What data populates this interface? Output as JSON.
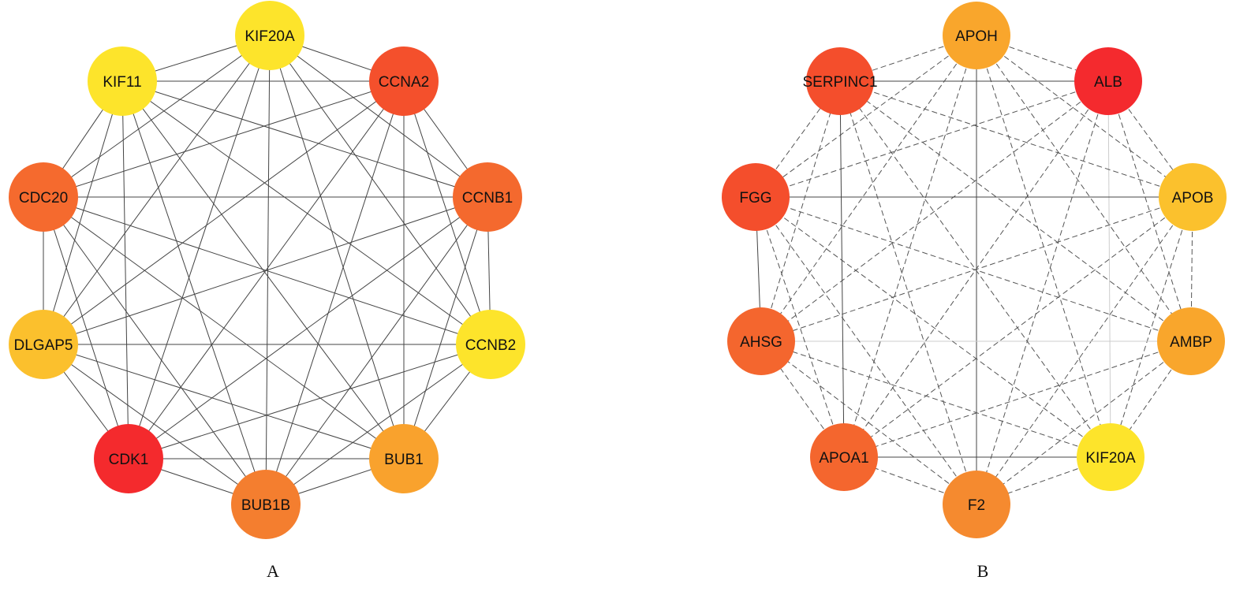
{
  "panels": [
    {
      "label": "A",
      "nodes": [
        {
          "name": "KIF20A",
          "color": "#fde42b"
        },
        {
          "name": "CCNA2",
          "color": "#f4502c"
        },
        {
          "name": "CCNB1",
          "color": "#f4692e"
        },
        {
          "name": "CCNB2",
          "color": "#fde42b"
        },
        {
          "name": "BUB1",
          "color": "#f9a22d"
        },
        {
          "name": "BUB1B",
          "color": "#f47e2f"
        },
        {
          "name": "CDK1",
          "color": "#f42a2d"
        },
        {
          "name": "DLGAP5",
          "color": "#fbc02d"
        },
        {
          "name": "CDC20",
          "color": "#f56a2e"
        },
        {
          "name": "KIF11",
          "color": "#fde42b"
        }
      ],
      "solid_edges": "all",
      "light_edges": []
    },
    {
      "label": "B",
      "nodes": [
        {
          "name": "APOH",
          "color": "#f9a62c"
        },
        {
          "name": "ALB",
          "color": "#f42a2e"
        },
        {
          "name": "APOB",
          "color": "#fbc12d"
        },
        {
          "name": "AMBP",
          "color": "#f9a62c"
        },
        {
          "name": "KIF20A",
          "color": "#fde42b"
        },
        {
          "name": "F2",
          "color": "#f58a2f"
        },
        {
          "name": "APOA1",
          "color": "#f4662e"
        },
        {
          "name": "AHSG",
          "color": "#f4662e"
        },
        {
          "name": "FGG",
          "color": "#f44e2c"
        },
        {
          "name": "SERPINC1",
          "color": "#f44e2c"
        }
      ],
      "solid_edges": [
        [
          "SERPINC1",
          "ALB"
        ],
        [
          "SERPINC1",
          "APOA1"
        ],
        [
          "FGG",
          "APOB"
        ],
        [
          "FGG",
          "AHSG"
        ],
        [
          "APOH",
          "F2"
        ],
        [
          "APOA1",
          "KIF20A"
        ]
      ],
      "light_edges": [
        [
          "AHSG",
          "AMBP"
        ],
        [
          "ALB",
          "KIF20A"
        ]
      ]
    }
  ]
}
